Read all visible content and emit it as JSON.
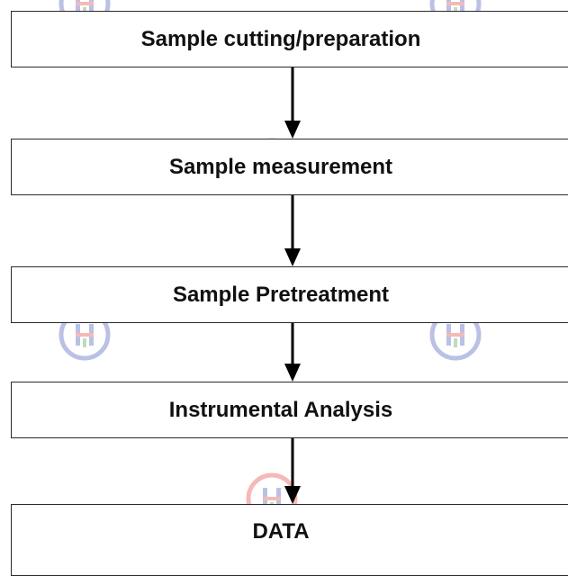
{
  "flowchart": {
    "steps": [
      {
        "label": "Sample cutting/preparation"
      },
      {
        "label": "Sample measurement"
      },
      {
        "label": "Sample Pretreatment"
      },
      {
        "label": "Instrumental Analysis"
      },
      {
        "label": "DATA"
      }
    ]
  },
  "colors": {
    "border": "#2a2a2a",
    "arrow": "#000000",
    "text": "#111111",
    "watermark_ring": "#3f51b5",
    "watermark_letters": "#e53935",
    "watermark_accent": "#43a047"
  },
  "watermark": {
    "icon": "hti-logo-icon"
  }
}
